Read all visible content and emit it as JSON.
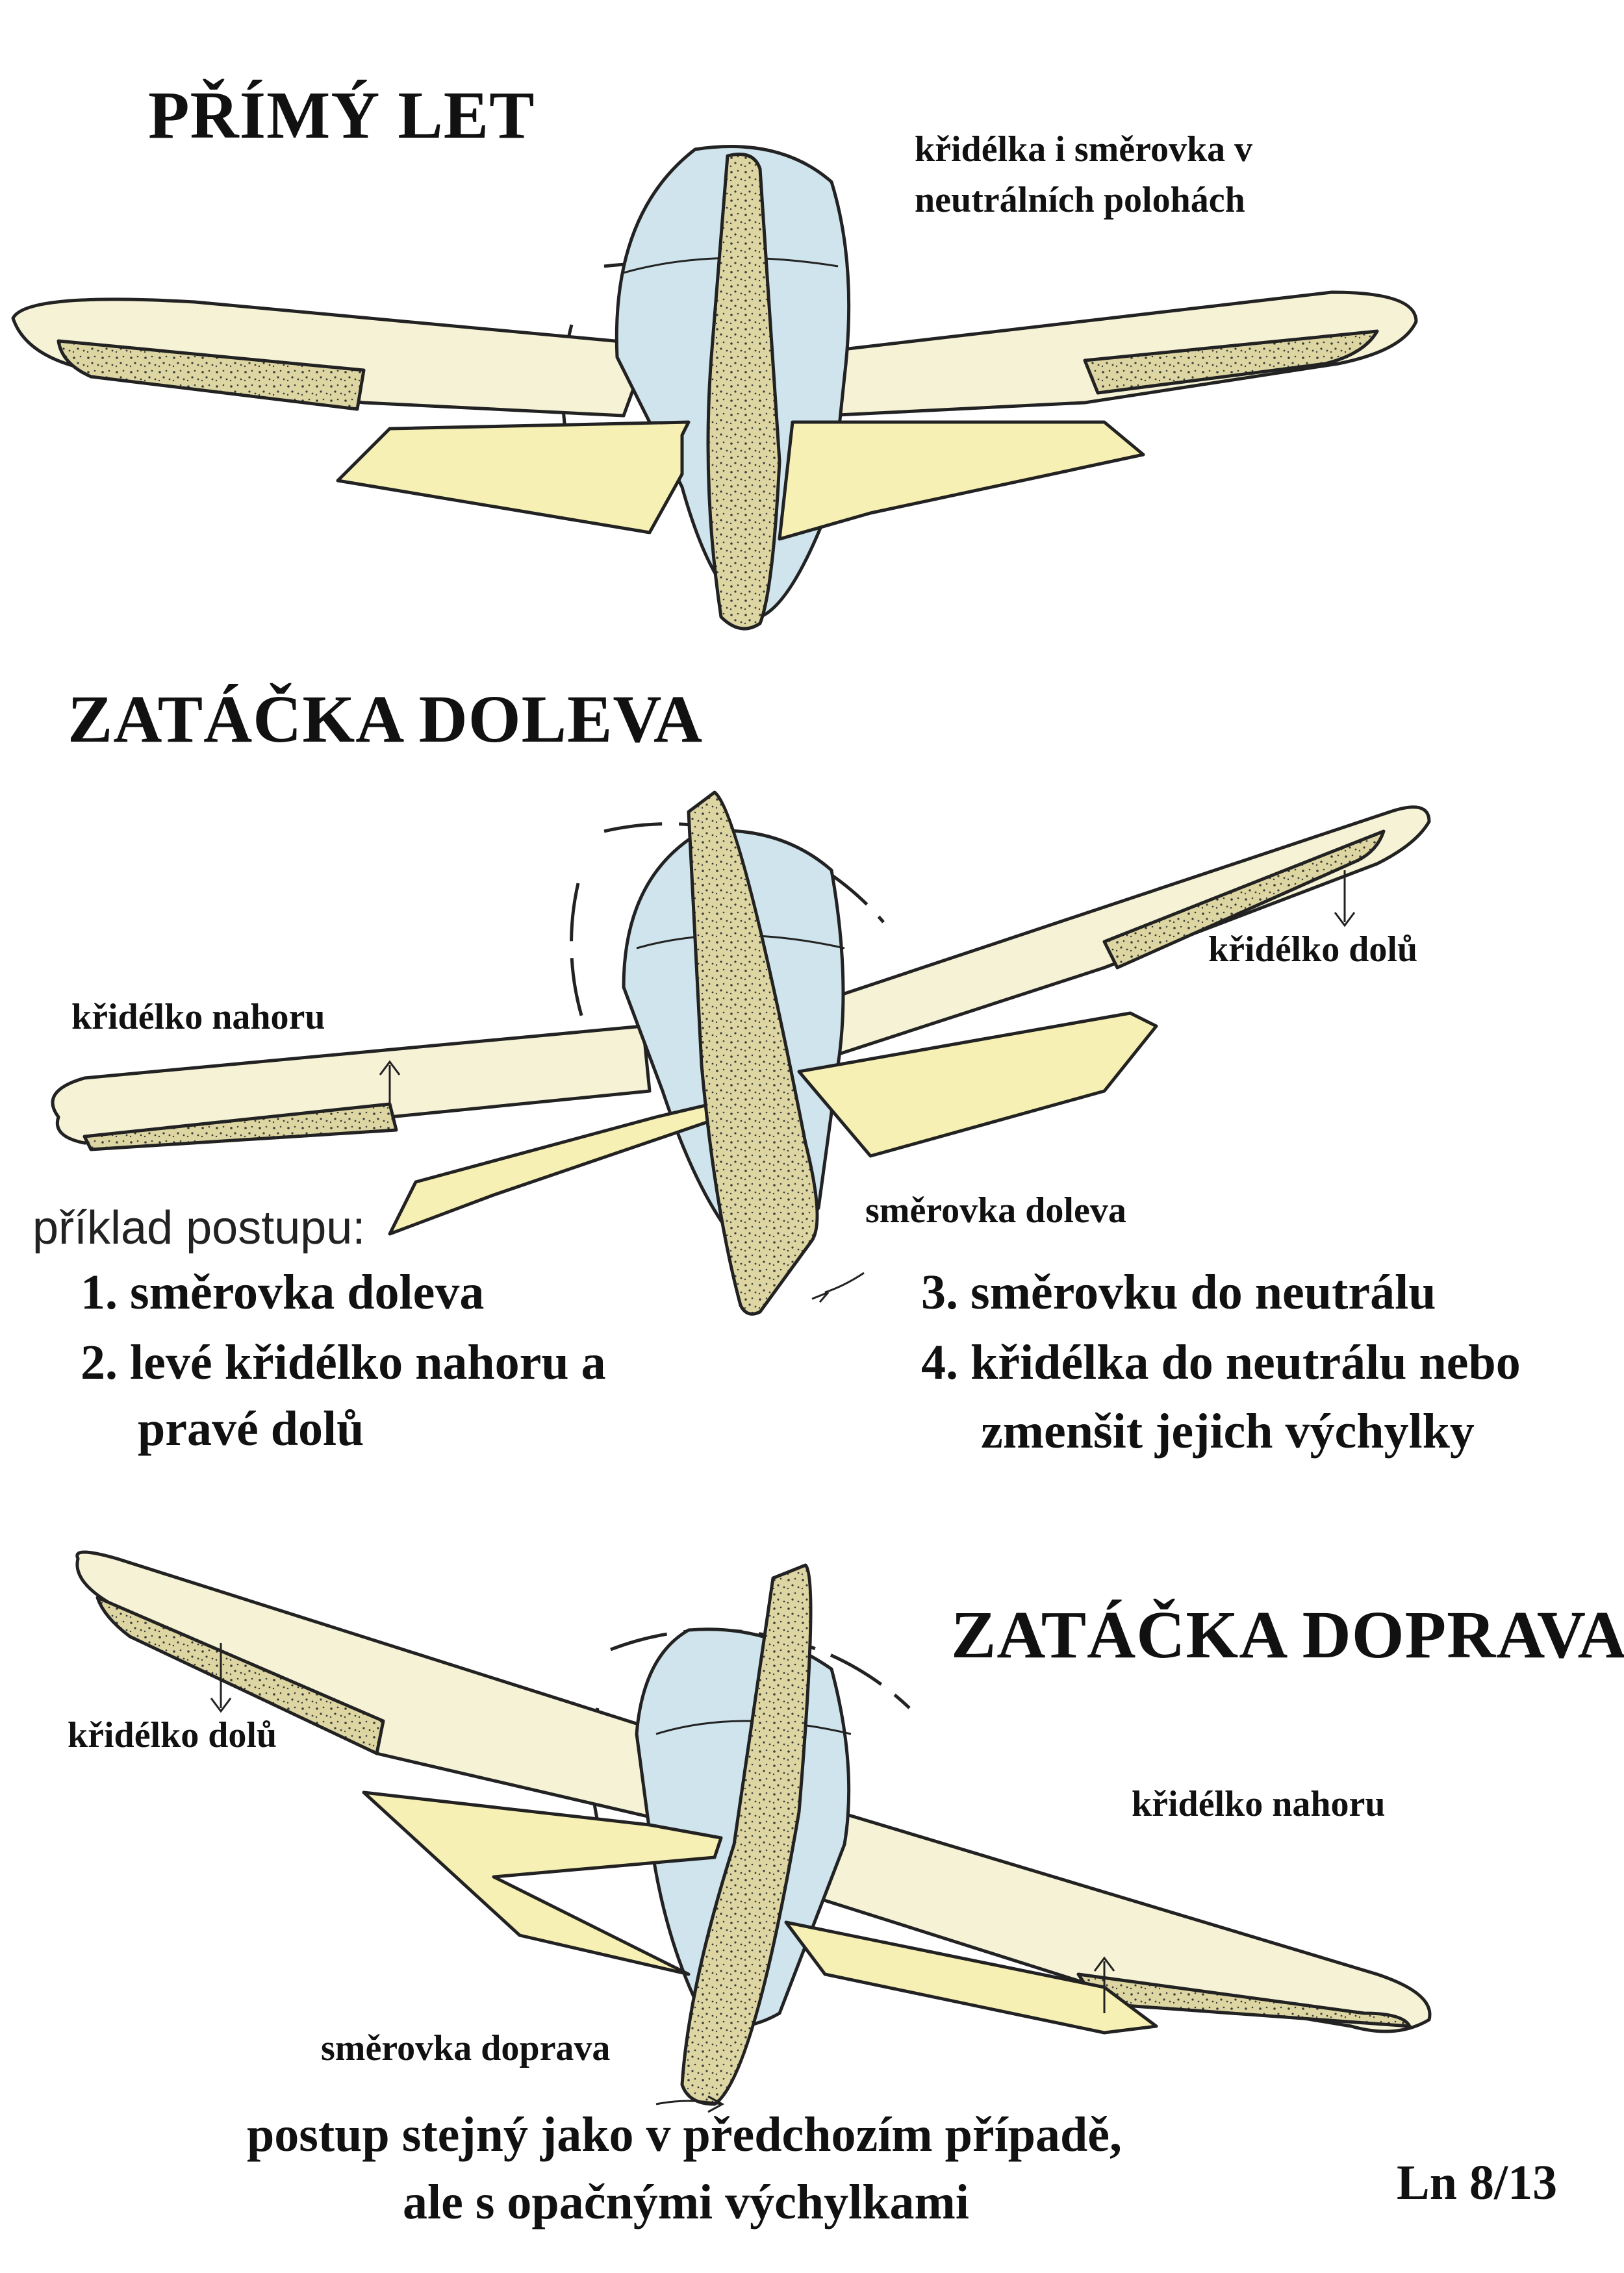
{
  "colors": {
    "wing": "#f5f2d6",
    "tail": "#f7f0b4",
    "fuselage": "#cfe4ec",
    "speckle_base": "#ddd6a3",
    "ink": "#111111"
  },
  "section_straight": {
    "title": "PŘÍMÝ  LET",
    "note_line1": "křidélka i směrovka v",
    "note_line2": "neutrálních polohách"
  },
  "section_left": {
    "title": "ZATÁČKA  DOLEVA",
    "aileron_up_label": "křidélko nahoru",
    "aileron_down_label": "křidélko dolů",
    "rudder_label": "směrovka doleva",
    "procedure_heading": "příklad postupu:",
    "steps": [
      "1. směrovka doleva",
      "2. levé křidélko nahoru a",
      "pravé dolů",
      "3. směrovku do neutrálu",
      "4. křidélka do neutrálu nebo",
      "zmenšit jejich výchylky"
    ]
  },
  "section_right": {
    "title": "ZATÁČKA DOPRAVA",
    "aileron_down_label": "křidélko dolů",
    "aileron_up_label": "křidélko nahoru",
    "rudder_label": "směrovka doprava",
    "caption_line1": "postup stejný jako v předchozím případě,",
    "caption_line2": "ale s opačnými výchylkami"
  },
  "page_id": "Ln 8/13",
  "icons": [
    "airplane-straight-icon",
    "airplane-left-turn-icon",
    "airplane-right-turn-icon"
  ]
}
